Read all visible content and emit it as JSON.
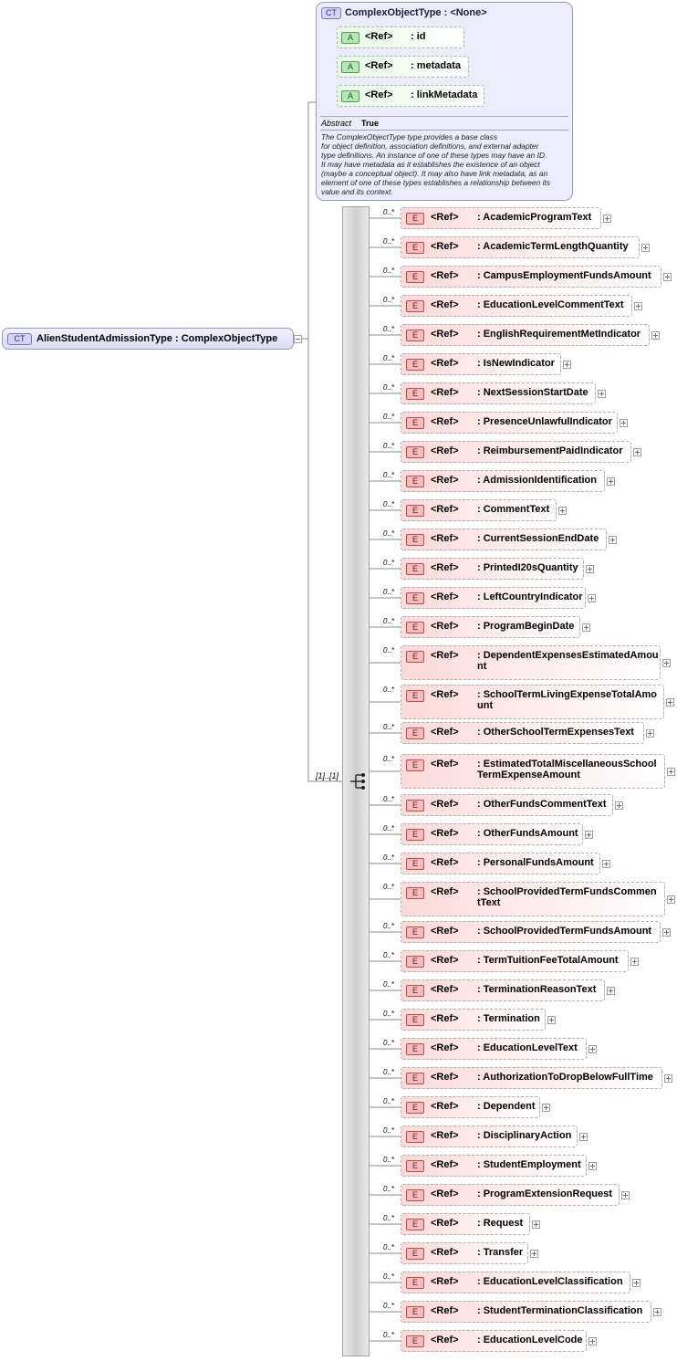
{
  "base_type": {
    "badge": "CT",
    "title": "ComplexObjectType : <None>",
    "attributes": [
      {
        "badge": "A",
        "ref": "<Ref>",
        "name": ": id"
      },
      {
        "badge": "A",
        "ref": "<Ref>",
        "name": ": metadata"
      },
      {
        "badge": "A",
        "ref": "<Ref>",
        "name": ": linkMetadata"
      }
    ],
    "abstract_label": "Abstract",
    "abstract_value": "True",
    "documentation": [
      "The ComplexObjectType type provides a base class",
      "for object definition, association definitions, and external adapter",
      "type definitions. An instance of one of these types may have an ID.",
      "It may have metadata as it establishes the existence of an object",
      "(maybe a conceptual object). It may also have link metadata, as an",
      "element of one of these types establishes a relationship between its",
      "value and its context."
    ]
  },
  "root": {
    "badge": "CT",
    "label": "AlienStudentAdmissionType : ComplexObjectType"
  },
  "sequence": {
    "cardinality": "[1]..[1]"
  },
  "elements": [
    {
      "card": "0..*",
      "badge": "E",
      "ref": "<Ref>",
      "name": ": AcademicProgramText"
    },
    {
      "card": "0..*",
      "badge": "E",
      "ref": "<Ref>",
      "name": ": AcademicTermLengthQuantity"
    },
    {
      "card": "0..*",
      "badge": "E",
      "ref": "<Ref>",
      "name": ": CampusEmploymentFundsAmount"
    },
    {
      "card": "0..*",
      "badge": "E",
      "ref": "<Ref>",
      "name": ": EducationLevelCommentText"
    },
    {
      "card": "0..*",
      "badge": "E",
      "ref": "<Ref>",
      "name": ": EnglishRequirementMetIndicator"
    },
    {
      "card": "0..*",
      "badge": "E",
      "ref": "<Ref>",
      "name": ": IsNewIndicator"
    },
    {
      "card": "0..*",
      "badge": "E",
      "ref": "<Ref>",
      "name": ": NextSessionStartDate"
    },
    {
      "card": "0..*",
      "badge": "E",
      "ref": "<Ref>",
      "name": ": PresenceUnlawfulIndicator"
    },
    {
      "card": "0..*",
      "badge": "E",
      "ref": "<Ref>",
      "name": ": ReimbursementPaidIndicator"
    },
    {
      "card": "0..*",
      "badge": "E",
      "ref": "<Ref>",
      "name": ": AdmissionIdentification"
    },
    {
      "card": "0..*",
      "badge": "E",
      "ref": "<Ref>",
      "name": ": CommentText"
    },
    {
      "card": "0..*",
      "badge": "E",
      "ref": "<Ref>",
      "name": ": CurrentSessionEndDate"
    },
    {
      "card": "0..*",
      "badge": "E",
      "ref": "<Ref>",
      "name": ": PrintedI20sQuantity"
    },
    {
      "card": "0..*",
      "badge": "E",
      "ref": "<Ref>",
      "name": ": LeftCountryIndicator"
    },
    {
      "card": "0..*",
      "badge": "E",
      "ref": "<Ref>",
      "name": ": ProgramBeginDate"
    },
    {
      "card": "0..*",
      "badge": "E",
      "ref": "<Ref>",
      "name": ": DependentExpensesEstimatedAmount"
    },
    {
      "card": "0..*",
      "badge": "E",
      "ref": "<Ref>",
      "name": ": SchoolTermLivingExpenseTotalAmount"
    },
    {
      "card": "0..*",
      "badge": "E",
      "ref": "<Ref>",
      "name": ": OtherSchoolTermExpensesText"
    },
    {
      "card": "0..*",
      "badge": "E",
      "ref": "<Ref>",
      "name": ": EstimatedTotalMiscellaneousSchoolTermExpenseAmount"
    },
    {
      "card": "0..*",
      "badge": "E",
      "ref": "<Ref>",
      "name": ": OtherFundsCommentText"
    },
    {
      "card": "0..*",
      "badge": "E",
      "ref": "<Ref>",
      "name": ": OtherFundsAmount"
    },
    {
      "card": "0..*",
      "badge": "E",
      "ref": "<Ref>",
      "name": ": PersonalFundsAmount"
    },
    {
      "card": "0..*",
      "badge": "E",
      "ref": "<Ref>",
      "name": ": SchoolProvidedTermFundsCommentText"
    },
    {
      "card": "0..*",
      "badge": "E",
      "ref": "<Ref>",
      "name": ": SchoolProvidedTermFundsAmount"
    },
    {
      "card": "0..*",
      "badge": "E",
      "ref": "<Ref>",
      "name": ": TermTuitionFeeTotalAmount"
    },
    {
      "card": "0..*",
      "badge": "E",
      "ref": "<Ref>",
      "name": ": TerminationReasonText"
    },
    {
      "card": "0..*",
      "badge": "E",
      "ref": "<Ref>",
      "name": ": Termination"
    },
    {
      "card": "0..*",
      "badge": "E",
      "ref": "<Ref>",
      "name": ": EducationLevelText"
    },
    {
      "card": "0..*",
      "badge": "E",
      "ref": "<Ref>",
      "name": ": AuthorizationToDropBelowFullTime"
    },
    {
      "card": "0..*",
      "badge": "E",
      "ref": "<Ref>",
      "name": ": Dependent"
    },
    {
      "card": "0..*",
      "badge": "E",
      "ref": "<Ref>",
      "name": ": DisciplinaryAction"
    },
    {
      "card": "0..*",
      "badge": "E",
      "ref": "<Ref>",
      "name": ": StudentEmployment"
    },
    {
      "card": "0..*",
      "badge": "E",
      "ref": "<Ref>",
      "name": ": ProgramExtensionRequest"
    },
    {
      "card": "0..*",
      "badge": "E",
      "ref": "<Ref>",
      "name": ": Request"
    },
    {
      "card": "0..*",
      "badge": "E",
      "ref": "<Ref>",
      "name": ": Transfer"
    },
    {
      "card": "0..*",
      "badge": "E",
      "ref": "<Ref>",
      "name": ": EducationLevelClassification"
    },
    {
      "card": "0..*",
      "badge": "E",
      "ref": "<Ref>",
      "name": ": StudentTerminationClassification"
    },
    {
      "card": "0..*",
      "badge": "E",
      "ref": "<Ref>",
      "name": ": EducationLevelCode"
    }
  ]
}
